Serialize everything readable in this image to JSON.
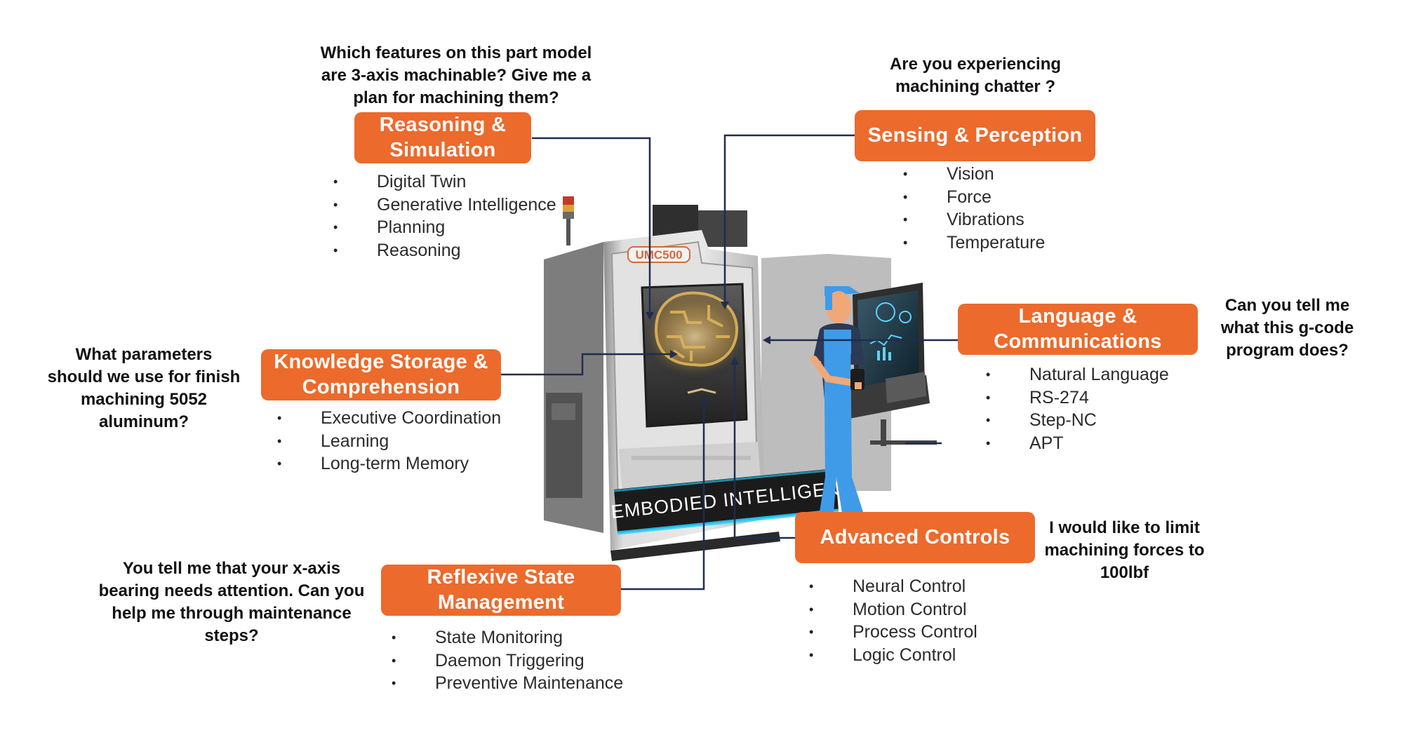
{
  "modules": [
    {
      "id": "reasoning",
      "title": [
        "Reasoning &",
        "Simulation"
      ],
      "question": [
        "Which features on this part model",
        "are 3-axis machinable? Give me a",
        "plan for machining them?"
      ],
      "items": [
        "Digital Twin",
        "Generative Intelligence",
        "Planning",
        "Reasoning"
      ]
    },
    {
      "id": "sensing",
      "title": [
        "Sensing  & Perception"
      ],
      "question": [
        "Are you experiencing",
        "machining chatter ?"
      ],
      "items": [
        "Vision",
        "Force",
        "Vibrations",
        "Temperature"
      ]
    },
    {
      "id": "knowledge",
      "title": [
        "Knowledge Storage &",
        "Comprehension"
      ],
      "question": [
        "What  parameters",
        "should we use for finish",
        "machining 5052",
        "aluminum?"
      ],
      "items": [
        "Executive Coordination",
        "Learning",
        "Long-term Memory"
      ]
    },
    {
      "id": "language",
      "title": [
        "Language &",
        "Communications"
      ],
      "question": [
        "Can you tell me",
        "what this g-code",
        "program does?"
      ],
      "items": [
        "Natural Language",
        "RS-274",
        "Step-NC",
        "APT"
      ]
    },
    {
      "id": "reflexive",
      "title": [
        "Reflexive State",
        "Management"
      ],
      "question": [
        "You tell me that your x-axis",
        "bearing needs attention. Can you",
        "help me through maintenance",
        "steps?"
      ],
      "items": [
        "State Monitoring",
        "Daemon Triggering",
        "Preventive Maintenance"
      ]
    },
    {
      "id": "controls",
      "title": [
        "Advanced Controls"
      ],
      "question": [
        "I would like to limit",
        "machining forces to",
        "100lbf"
      ],
      "items": [
        "Neural Control",
        "Motion Control",
        "Process Control",
        "Logic Control"
      ]
    }
  ],
  "machine": {
    "brand_label": "UMC500",
    "banner_text": "EMBODIED INTELLIGEN"
  },
  "colors": {
    "accent": "#ec6a2c",
    "connector": "#1f2d4d",
    "machine_body": "#d8d8d8",
    "machine_dark": "#3a3a3a",
    "glow": "#29d3ff",
    "worker": "#3f9be8"
  },
  "icons": [
    "brain-circuit-icon",
    "stack-light-icon",
    "operator-figure",
    "control-panel-icon"
  ]
}
